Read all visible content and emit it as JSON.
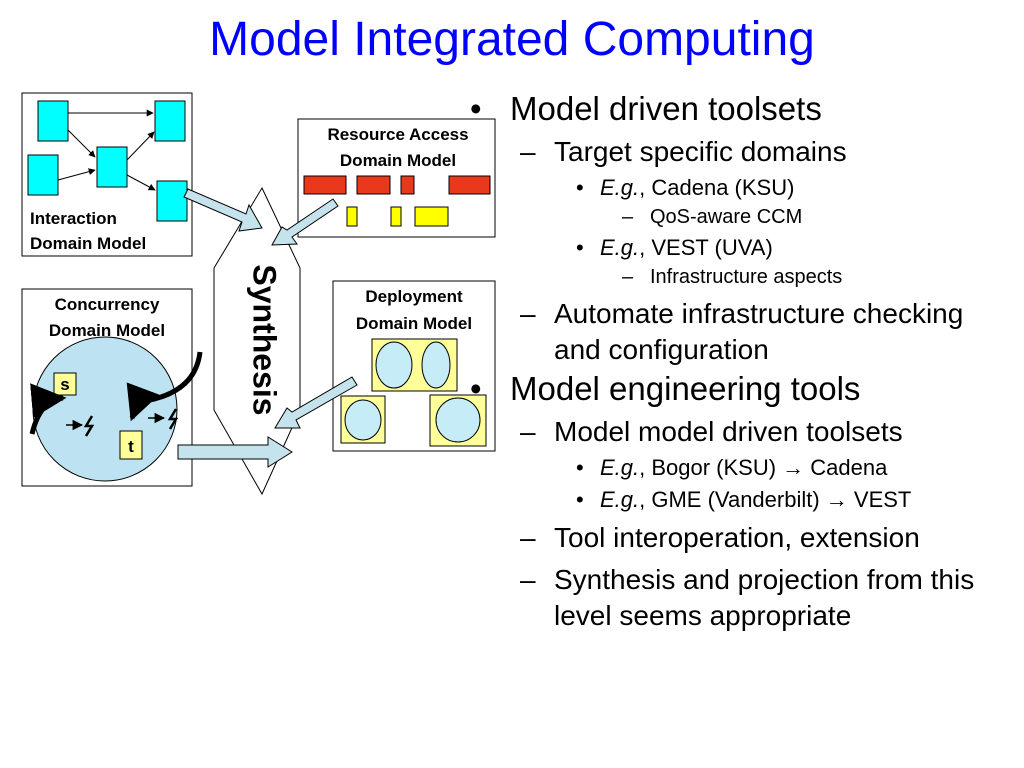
{
  "slide": {
    "title": "Model Integrated Computing"
  },
  "diagram": {
    "interaction": {
      "line1": "Interaction",
      "line2": "Domain Model"
    },
    "resource": {
      "line1": "Resource Access",
      "line2": "Domain Model"
    },
    "concurrency": {
      "line1": "Concurrency",
      "line2": "Domain Model",
      "s_label": "s",
      "t_label": "t"
    },
    "deployment": {
      "line1": "Deployment",
      "line2": "Domain Model"
    },
    "synthesis_label": "Synthesis",
    "colors": {
      "cyan_box": "#00ffff",
      "red_bar": "#e8391c",
      "yellow_box": "#ffff00",
      "pale_yellow": "#ffff99",
      "pale_blue_circle": "#c6ecf7",
      "concurrency_circle": "#bde3f2",
      "arrow_fill": "#c5e3ed",
      "title_blue": "#0000ff"
    }
  },
  "bullets": {
    "b1": {
      "text": "Model driven toolsets"
    },
    "b1_1": {
      "text": "Target specific domains"
    },
    "b1_1_1": {
      "eg": "E.g.",
      "rest": ", Cadena (KSU)"
    },
    "b1_1_1_1": {
      "text": "QoS-aware CCM"
    },
    "b1_1_2": {
      "eg": "E.g.",
      "rest": ", VEST (UVA)"
    },
    "b1_1_2_1": {
      "text": "Infrastructure aspects"
    },
    "b1_2": {
      "text": "Automate infrastructure checking and configuration"
    },
    "b2": {
      "text": "Model engineering tools"
    },
    "b2_1": {
      "text": "Model model driven toolsets"
    },
    "b2_1_1": {
      "eg": "E.g.",
      "rest": ", Bogor (KSU) → Cadena"
    },
    "b2_1_2": {
      "eg": "E.g.",
      "rest": ", GME (Vanderbilt) → VEST"
    },
    "b2_2": {
      "text": "Tool interoperation, extension"
    },
    "b2_3": {
      "text": "Synthesis and projection from this level seems appropriate"
    }
  },
  "markers": {
    "bullet": "•",
    "dash": "–",
    "small_bullet": "•",
    "small_dash": "–"
  }
}
